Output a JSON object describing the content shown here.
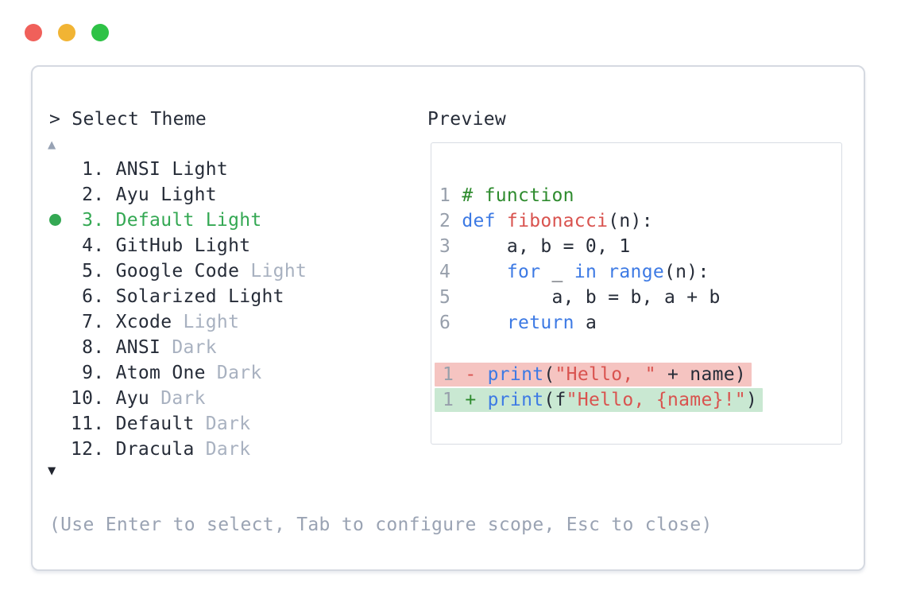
{
  "colors": {
    "fg": "#262c38",
    "accent_green": "#34a853",
    "keyword_blue": "#3d7ae4",
    "string_red": "#d9534f",
    "comment_green": "#2e8b2e",
    "diff_removed_bg": "#f5c4c1",
    "diff_added_bg": "#c9e8d2",
    "muted_gray": "#a8b1c0",
    "linenum_gray": "#979fab",
    "help_gray": "#9aa3b3",
    "panel_border": "#d5d9e1",
    "box_border": "#d8dce3",
    "scroll_up": "#97a2b4",
    "scroll_down": "#20242e"
  },
  "window_controls": [
    {
      "name": "close-button",
      "color": "#f0605a"
    },
    {
      "name": "minimize-button",
      "color": "#f1b434"
    },
    {
      "name": "zoom-button",
      "color": "#2ec246"
    }
  ],
  "theme_selector": {
    "prompt": "> Select Theme",
    "scroll_up_indicator": "▲",
    "scroll_down_indicator": "▼",
    "selected_number": " 3.",
    "items": [
      {
        "number": " 1.",
        "name": "ANSI Light",
        "muted_suffix": "",
        "selected": false
      },
      {
        "number": " 2.",
        "name": "Ayu Light",
        "muted_suffix": "",
        "selected": false
      },
      {
        "number": " 3.",
        "name": "Default Light",
        "muted_suffix": "",
        "selected": true
      },
      {
        "number": " 4.",
        "name": "GitHub Light",
        "muted_suffix": "",
        "selected": false
      },
      {
        "number": " 5.",
        "name": "Google Code",
        "muted_suffix": "Light",
        "selected": false
      },
      {
        "number": " 6.",
        "name": "Solarized Light",
        "muted_suffix": "",
        "selected": false
      },
      {
        "number": " 7.",
        "name": "Xcode",
        "muted_suffix": "Light",
        "selected": false
      },
      {
        "number": " 8.",
        "name": "ANSI",
        "muted_suffix": "Dark",
        "selected": false
      },
      {
        "number": " 9.",
        "name": "Atom One",
        "muted_suffix": "Dark",
        "selected": false
      },
      {
        "number": "10.",
        "name": "Ayu",
        "muted_suffix": "Dark",
        "selected": false
      },
      {
        "number": "11.",
        "name": "Default",
        "muted_suffix": "Dark",
        "selected": false
      },
      {
        "number": "12.",
        "name": "Dracula",
        "muted_suffix": "Dark",
        "selected": false
      }
    ],
    "help_text": "(Use Enter to select, Tab to configure scope, Esc to close)"
  },
  "preview": {
    "label": "Preview",
    "code_lines": [
      {
        "number": "1",
        "tokens": [
          [
            "# function",
            "green"
          ]
        ]
      },
      {
        "number": "2",
        "tokens": [
          [
            "def",
            "blue"
          ],
          [
            " ",
            "fg"
          ],
          [
            "fibonacci",
            "red"
          ],
          [
            "(n):",
            "fg"
          ]
        ]
      },
      {
        "number": "3",
        "tokens": [
          [
            "    a, b = 0, 1",
            "fg"
          ]
        ]
      },
      {
        "number": "4",
        "tokens": [
          [
            "    ",
            "fg"
          ],
          [
            "for",
            "blue"
          ],
          [
            " _ ",
            "fg"
          ],
          [
            "in",
            "blue"
          ],
          [
            " ",
            "fg"
          ],
          [
            "range",
            "blue"
          ],
          [
            "(n):",
            "fg"
          ]
        ]
      },
      {
        "number": "5",
        "tokens": [
          [
            "        a, b = b, a + b",
            "fg"
          ]
        ]
      },
      {
        "number": "6",
        "tokens": [
          [
            "    ",
            "fg"
          ],
          [
            "return",
            "blue"
          ],
          [
            " a",
            "fg"
          ]
        ]
      },
      {
        "number": "",
        "tokens": []
      },
      {
        "number": "1",
        "diff": "removed",
        "sign": "-",
        "tokens": [
          [
            "print",
            "blue"
          ],
          [
            "(",
            "fg"
          ],
          [
            "\"Hello, \"",
            "red"
          ],
          [
            " + name)",
            "fg"
          ]
        ]
      },
      {
        "number": "1",
        "diff": "added",
        "sign": "+",
        "tokens": [
          [
            "print",
            "blue"
          ],
          [
            "(f",
            "fg"
          ],
          [
            "\"Hello, {name}!\"",
            "red"
          ],
          [
            ")",
            "fg"
          ]
        ]
      }
    ]
  }
}
